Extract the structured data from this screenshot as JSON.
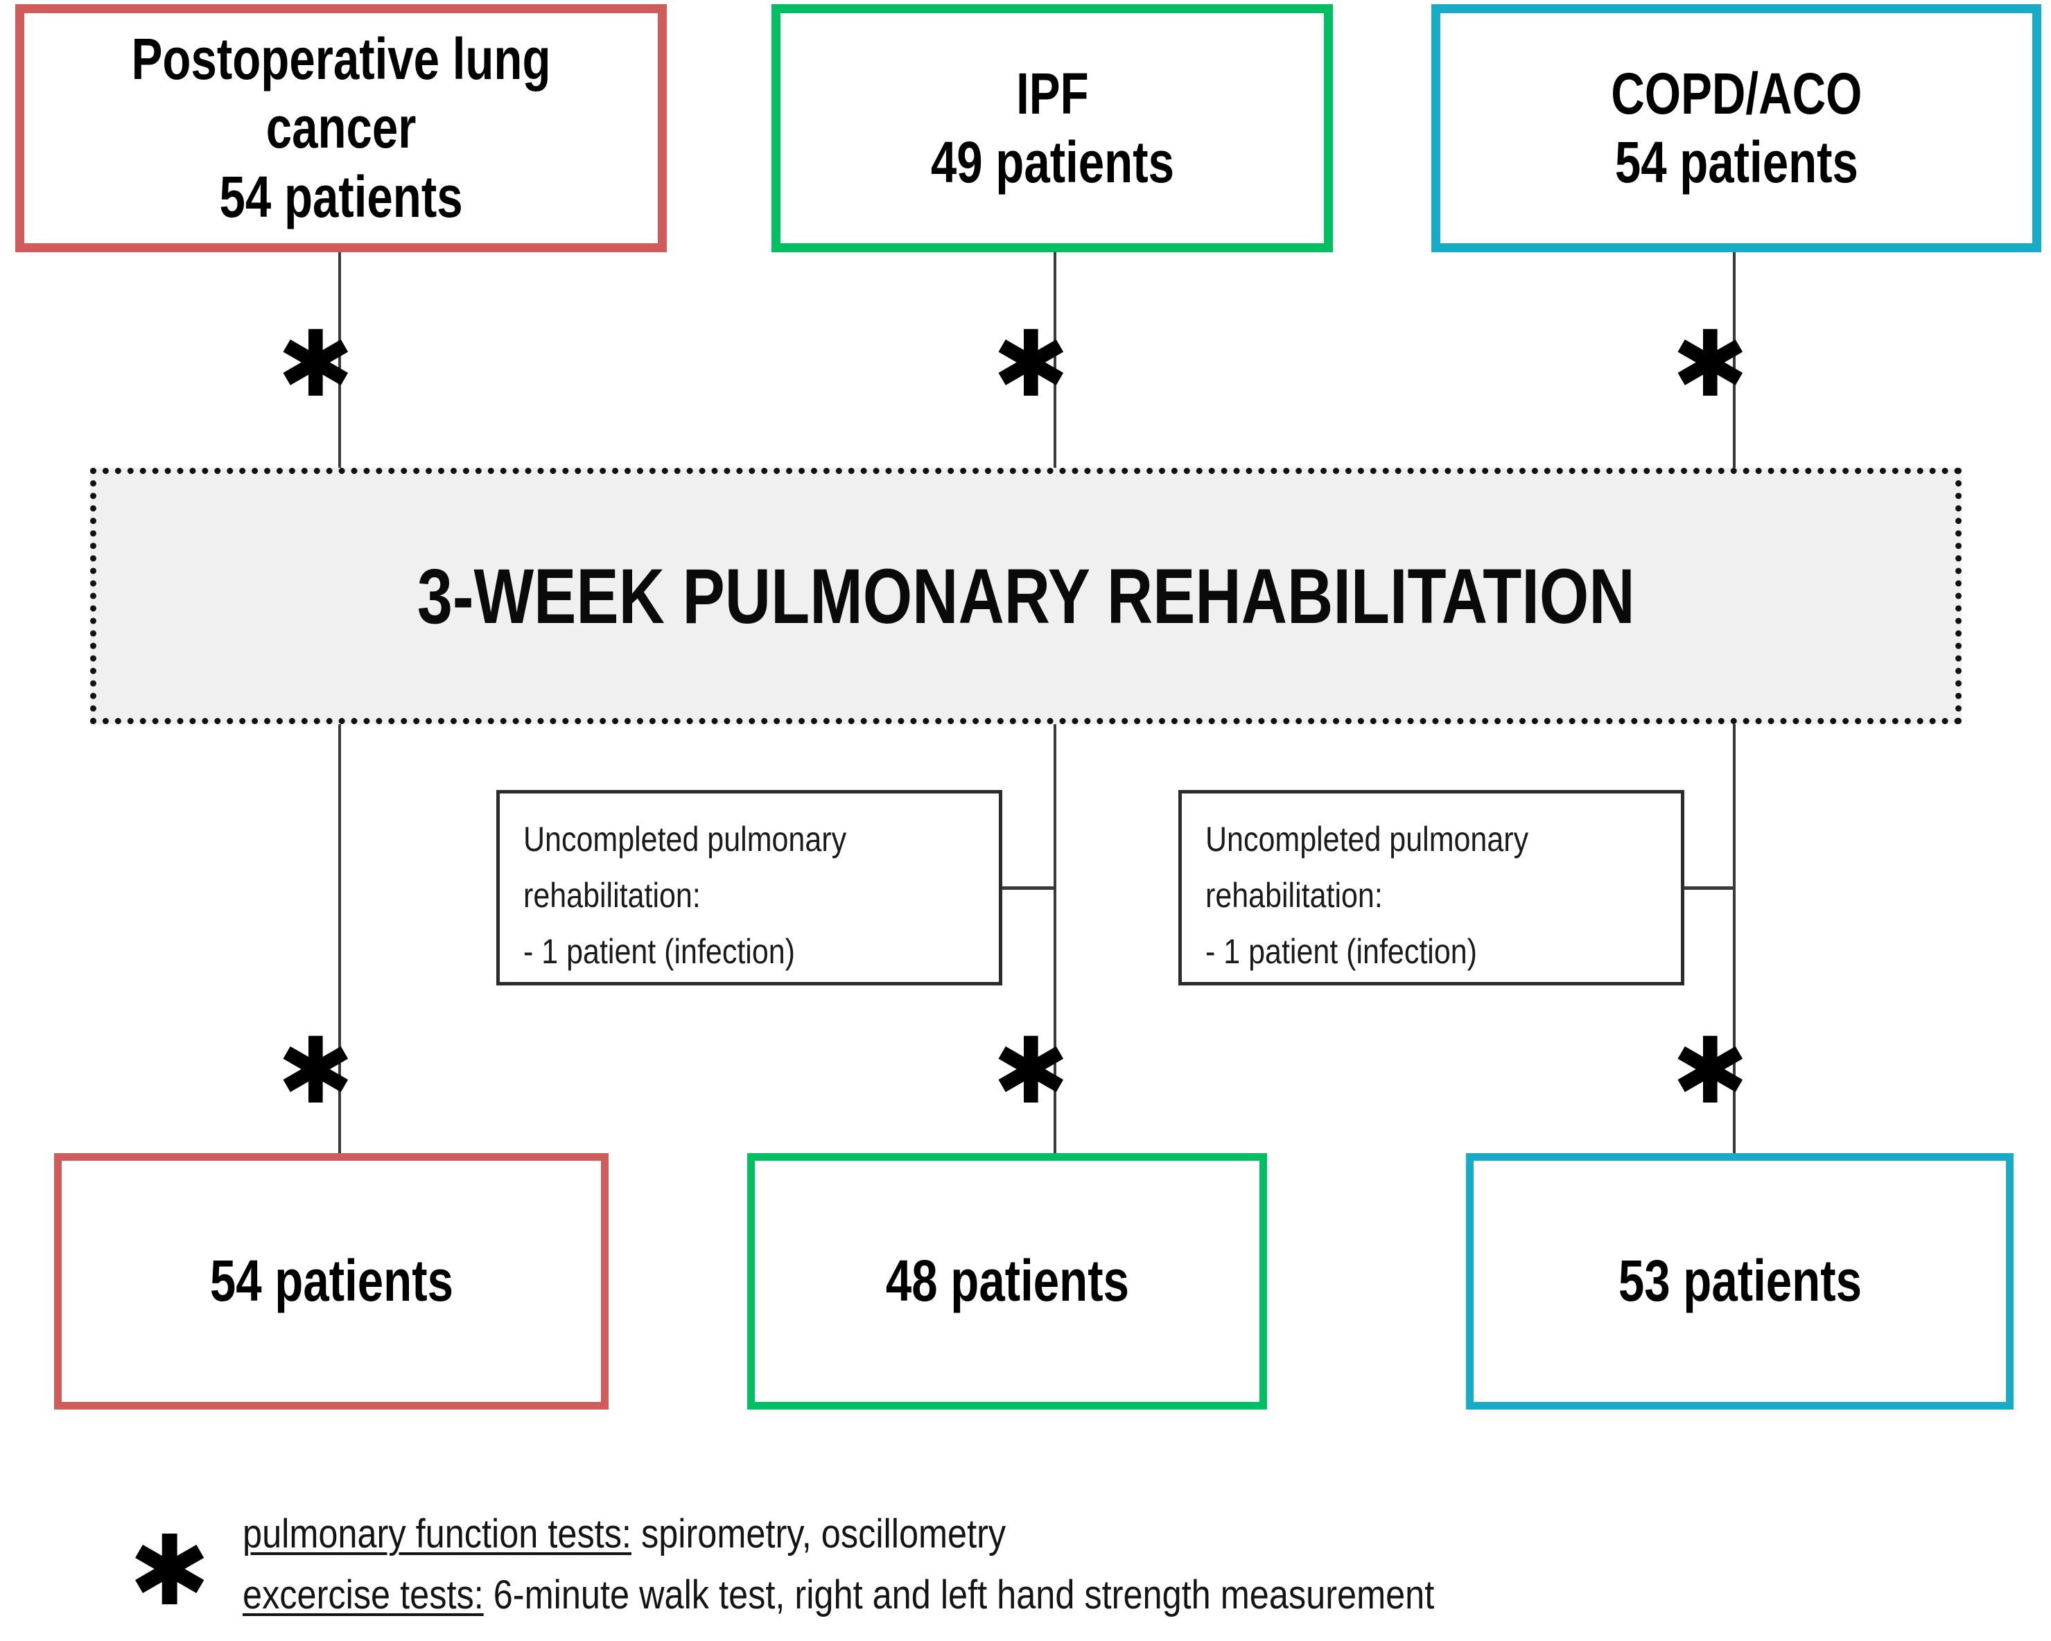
{
  "diagram": {
    "title": "Pulmonary rehabilitation study flow diagram",
    "colors": {
      "red": "#CF5B5B",
      "green": "#00BF63",
      "blue": "#18ABC7",
      "rehab_fill": "#F0F0F0",
      "line": "#3A3A3A",
      "text": "#000000"
    },
    "top_groups": [
      {
        "id": "lung-cancer",
        "label": "Postoperative lung\ncancer\n54 patients",
        "color": "#CF5B5B",
        "patients": 54
      },
      {
        "id": "ipf",
        "label": "IPF\n49 patients",
        "color": "#00BF63",
        "patients": 49
      },
      {
        "id": "copd-aco",
        "label": "COPD/ACO\n54 patients",
        "color": "#18ABC7",
        "patients": 54
      }
    ],
    "intervention": {
      "label": "3-WEEK PULMONARY REHABILITATION",
      "duration_weeks": 3
    },
    "dropout_notes": [
      {
        "id": "dropout-ipf",
        "line1": "Uncompleted pulmonary",
        "line2": "rehabilitation:",
        "line3": "- 1 patient (infection)"
      },
      {
        "id": "dropout-copd",
        "line1": "Uncompleted pulmonary",
        "line2": "rehabilitation:",
        "line3": "- 1 patient (infection)"
      }
    ],
    "bottom_groups": [
      {
        "id": "lung-cancer-final",
        "label": "54 patients",
        "color": "#CF5B5B",
        "patients": 54
      },
      {
        "id": "ipf-final",
        "label": "48 patients",
        "color": "#00BF63",
        "patients": 48
      },
      {
        "id": "copd-aco-final",
        "label": "53 patients",
        "color": "#18ABC7",
        "patients": 53
      }
    ],
    "asterisk_glyph": "✱",
    "legend": {
      "marker": "✱",
      "rows": [
        {
          "label": "pulmonary function tests:",
          "detail": " spirometry, oscillometry"
        },
        {
          "label": "excercise tests:",
          "detail": " 6-minute walk test, right and left hand strength measurement"
        }
      ]
    }
  }
}
